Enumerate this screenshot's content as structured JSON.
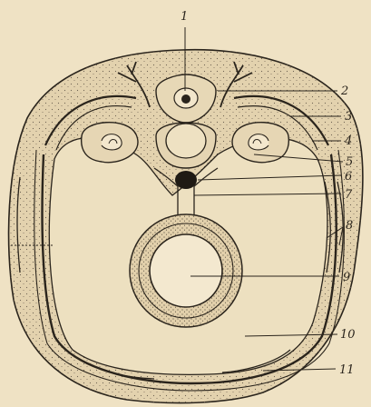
{
  "figure": {
    "labels": [
      {
        "id": "1",
        "text": "1"
      },
      {
        "id": "2",
        "text": "2"
      },
      {
        "id": "3",
        "text": "3"
      },
      {
        "id": "4",
        "text": "4"
      },
      {
        "id": "5",
        "text": "5"
      },
      {
        "id": "6",
        "text": "6"
      },
      {
        "id": "7",
        "text": "7"
      },
      {
        "id": "8",
        "text": "8"
      },
      {
        "id": "9",
        "text": "9"
      },
      {
        "id": "10",
        "text": "10"
      },
      {
        "id": "11",
        "text": "11"
      }
    ]
  },
  "colors": {
    "paper": "#efe2c4",
    "tissue": "#e6d6b4",
    "ink": "#2a241c",
    "stipple": "#6e6252"
  }
}
